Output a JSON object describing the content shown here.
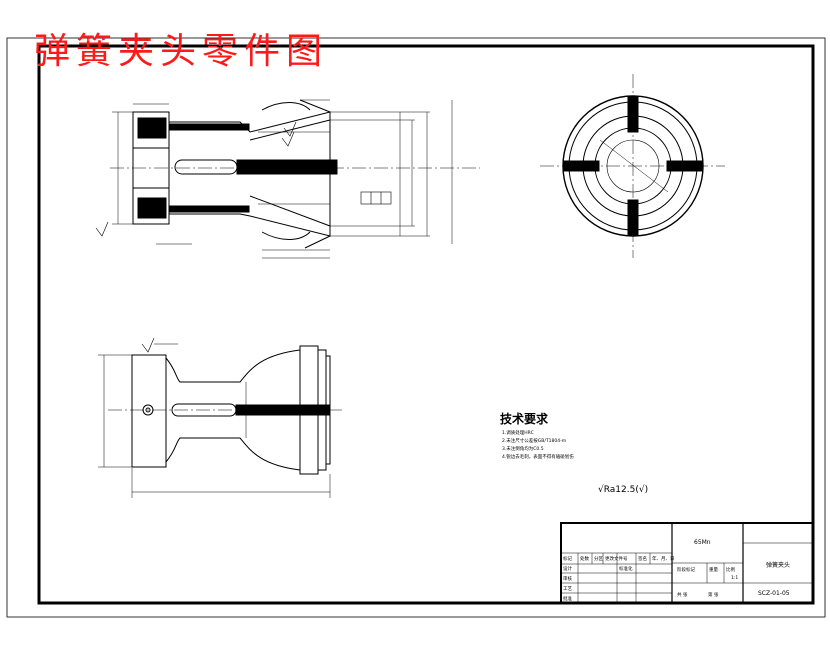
{
  "drawing": {
    "title": "弹簧夹头零件图",
    "title_color": "#ff1a1a",
    "tech_requirements_heading": "技术要求",
    "tech_notes": [
      "1.调质处理HRC",
      "2.未注尺寸公差按GB/T1804-m",
      "3.未注倒角均为C0.5",
      "4.锐边去毛刺，表面不得有磕碰划伤"
    ],
    "roughness_note": "√Ra12.5(√)"
  },
  "title_block": {
    "material": "65Mn",
    "part_name": "弹簧夹头",
    "drawing_number": "SCZ-01-05",
    "labels": [
      "标记",
      "处数",
      "分区",
      "更改文件号",
      "签名",
      "年、月、日",
      "设计",
      "标准化",
      "审核",
      "工艺",
      "批准",
      "阶段标记",
      "重量",
      "比例",
      "共 张",
      "第 张"
    ],
    "scale": "1:1"
  }
}
